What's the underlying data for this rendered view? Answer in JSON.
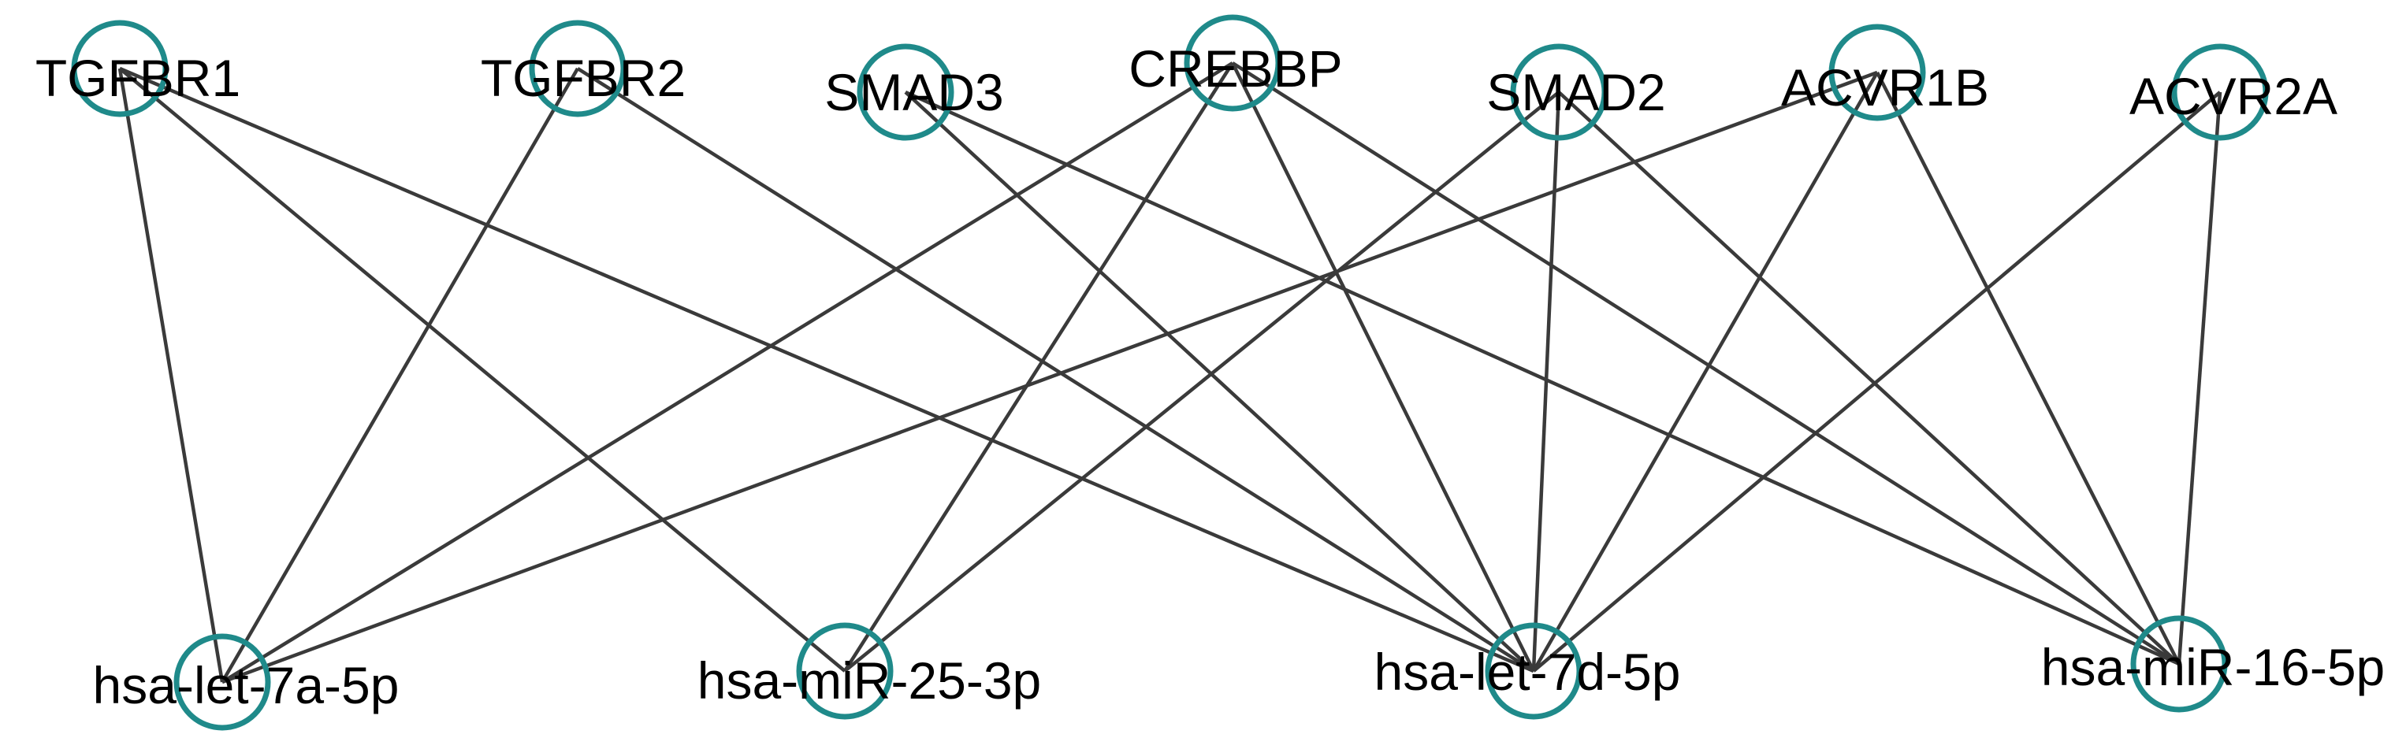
{
  "network": {
    "colors": {
      "edge": "#3a3a3a",
      "node_stroke": "#1f8a8a",
      "label": "#000000",
      "background": "#ffffff"
    },
    "genes": [
      {
        "id": "TGFBR1",
        "label": "TGFBR1"
      },
      {
        "id": "TGFBR2",
        "label": "TGFBR2"
      },
      {
        "id": "SMAD3",
        "label": "SMAD3"
      },
      {
        "id": "CREBBP",
        "label": "CREBBP"
      },
      {
        "id": "SMAD2",
        "label": "SMAD2"
      },
      {
        "id": "ACVR1B",
        "label": "ACVR1B"
      },
      {
        "id": "ACVR2A",
        "label": "ACVR2A"
      }
    ],
    "mirnas": [
      {
        "id": "hsa-let-7a-5p",
        "label": "hsa-let-7a-5p"
      },
      {
        "id": "hsa-miR-25-3p",
        "label": "hsa-miR-25-3p"
      },
      {
        "id": "hsa-let-7d-5p",
        "label": "hsa-let-7d-5p"
      },
      {
        "id": "hsa-miR-16-5p",
        "label": "hsa-miR-16-5p"
      }
    ],
    "edges": [
      [
        "TGFBR1",
        "hsa-let-7a-5p"
      ],
      [
        "TGFBR1",
        "hsa-miR-25-3p"
      ],
      [
        "TGFBR1",
        "hsa-let-7d-5p"
      ],
      [
        "TGFBR2",
        "hsa-let-7a-5p"
      ],
      [
        "TGFBR2",
        "hsa-let-7d-5p"
      ],
      [
        "SMAD3",
        "hsa-let-7d-5p"
      ],
      [
        "SMAD3",
        "hsa-miR-16-5p"
      ],
      [
        "CREBBP",
        "hsa-let-7a-5p"
      ],
      [
        "CREBBP",
        "hsa-miR-25-3p"
      ],
      [
        "CREBBP",
        "hsa-let-7d-5p"
      ],
      [
        "CREBBP",
        "hsa-miR-16-5p"
      ],
      [
        "SMAD2",
        "hsa-miR-25-3p"
      ],
      [
        "SMAD2",
        "hsa-let-7d-5p"
      ],
      [
        "SMAD2",
        "hsa-miR-16-5p"
      ],
      [
        "ACVR1B",
        "hsa-let-7a-5p"
      ],
      [
        "ACVR1B",
        "hsa-let-7d-5p"
      ],
      [
        "ACVR1B",
        "hsa-miR-16-5p"
      ],
      [
        "ACVR2A",
        "hsa-let-7d-5p"
      ],
      [
        "ACVR2A",
        "hsa-miR-16-5p"
      ]
    ]
  }
}
